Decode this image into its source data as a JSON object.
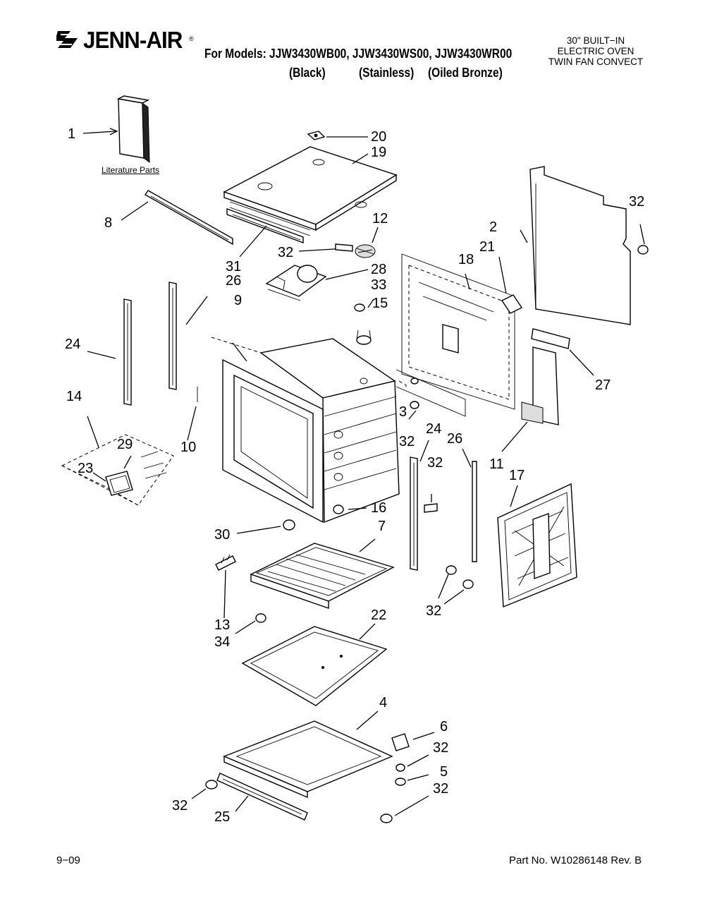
{
  "header": {
    "brand": "JENN-AIR",
    "registered_mark": "®",
    "models_line": "For Models: JJW3430WB00, JJW3430WS00, JJW3430WR00",
    "finishes": [
      "(Black)",
      "(Stainless)",
      "(Oiled Bronze)"
    ],
    "product_description": [
      "30\" BUILT−IN",
      "ELECTRIC OVEN",
      "TWIN FAN CONVECT"
    ]
  },
  "diagram": {
    "literature_label": "Literature Parts",
    "callouts": [
      "1",
      "20",
      "19",
      "8",
      "31",
      "12",
      "32",
      "28",
      "33",
      "15",
      "26",
      "9",
      "24",
      "18",
      "21",
      "2",
      "32",
      "27",
      "3",
      "32",
      "11",
      "14",
      "29",
      "23",
      "10",
      "24",
      "26",
      "32",
      "17",
      "16",
      "30",
      "7",
      "13",
      "34",
      "22",
      "32",
      "4",
      "6",
      "32",
      "5",
      "32",
      "32",
      "25"
    ]
  },
  "footer": {
    "date": "9−09",
    "part_number": "Part No. W10286148 Rev. B"
  }
}
